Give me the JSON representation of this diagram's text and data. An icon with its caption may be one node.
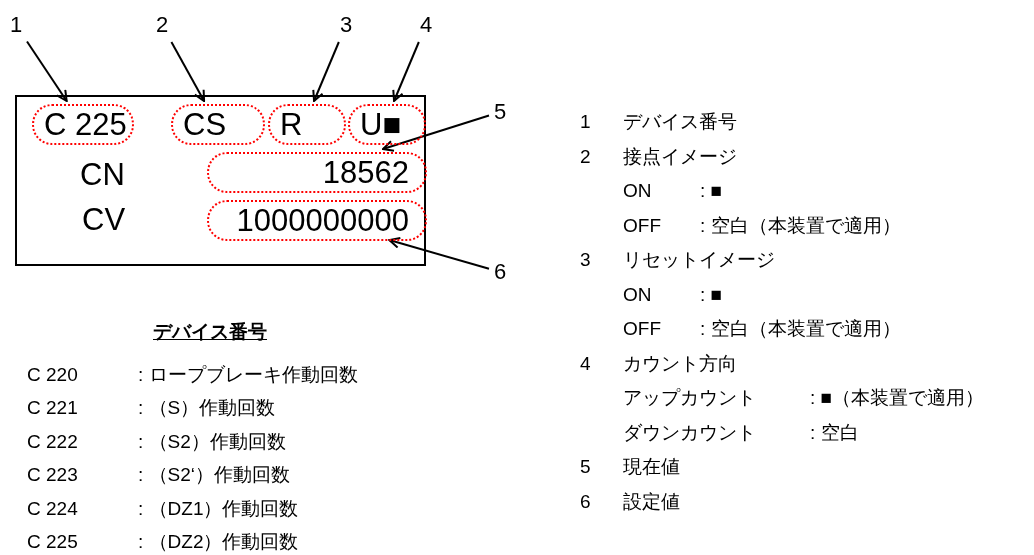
{
  "diagram": {
    "nodes": [
      {
        "text": [
          "CN",
          "CV"
        ]
      },
      {
        "text": [
          "C 225"
        ],
        "in": 0
      },
      {
        "text": [
          "CS"
        ],
        "in": 0
      },
      {
        "text": [
          "R"
        ],
        "in": 0
      },
      {
        "text": [
          "U■"
        ],
        "in": 0
      },
      {
        "text": [
          "18562"
        ],
        "in": 0
      },
      {
        "text": [
          "1000000000"
        ],
        "in": 0
      },
      {
        "text": [
          "1"
        ]
      },
      {
        "text": [
          "2"
        ]
      },
      {
        "text": [
          "3"
        ]
      },
      {
        "text": [
          "4"
        ]
      },
      {
        "text": [
          "5"
        ]
      },
      {
        "text": [
          "6"
        ]
      }
    ],
    "edges": [
      {
        "from": 7,
        "to": 1,
        "arrow": "to"
      },
      {
        "from": 8,
        "to": 2,
        "arrow": "to"
      },
      {
        "from": 9,
        "to": 3,
        "arrow": "to"
      },
      {
        "from": 10,
        "to": 4,
        "arrow": "to"
      },
      {
        "from": 11,
        "to": 5,
        "arrow": "to"
      },
      {
        "from": 12,
        "to": 6,
        "arrow": "to"
      }
    ],
    "labels": [
      "1",
      "デバイス番号",
      "2",
      "接点イメージ",
      "ON",
      ": ■",
      "OFF",
      ": 空白（本装置で適用）",
      "3",
      "リセットイメージ",
      "ON",
      ": ■",
      "OFF",
      ": 空白（本装置で適用）",
      "4",
      "カウント方向",
      "アップカウント",
      ": ■（本装置で適用）",
      "ダウンカウント",
      ": 空白",
      "5",
      "現在値",
      "6",
      "設定値",
      "デバイス番号",
      "C 220",
      ": ロープブレーキ作動回数",
      "C 221",
      ": （S）作動回数",
      "C 222",
      ": （S2）作動回数",
      "C 223",
      ": （S2‘）作動回数",
      "C 224",
      ": （DZ1）作動回数",
      "C 225",
      ": （DZ2）作動回数"
    ]
  }
}
